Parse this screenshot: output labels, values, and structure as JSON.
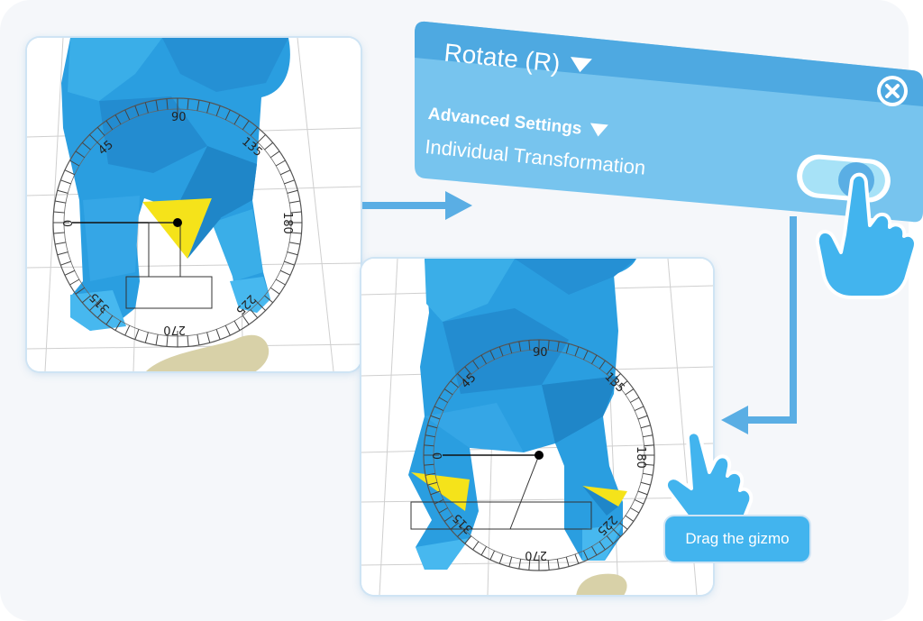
{
  "panel": {
    "title": "Rotate (R)",
    "advanced_label": "Advanced Settings",
    "individual_label": "Individual Transformation",
    "toggle_on": true
  },
  "tooltip": {
    "label": "Drag the gizmo"
  },
  "gizmo_before": {
    "labels": [
      "90",
      "45",
      "135",
      "0",
      "180",
      "315",
      "225",
      "270"
    ]
  },
  "gizmo_after": {
    "labels": [
      "90",
      "45",
      "135",
      "0",
      "180",
      "315",
      "225",
      "270"
    ]
  },
  "colors": {
    "accent": "#42b4ee",
    "panel_header": "#5fbbf0",
    "panel_body": "#77c4ee",
    "model": "#2a9ee0",
    "highlight": "#f5e31a",
    "floor": "#d8d1a8"
  }
}
